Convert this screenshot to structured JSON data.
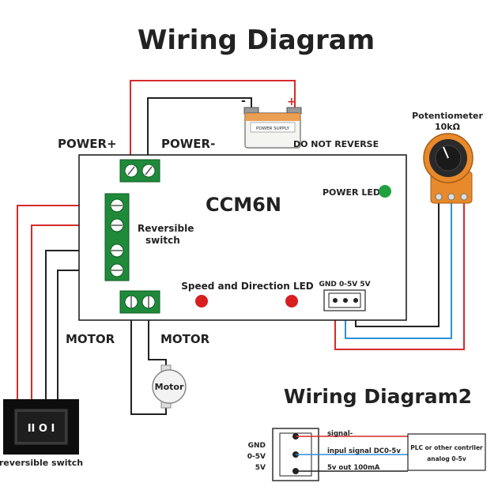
{
  "title": "Wiring Diagram",
  "title2": "Wiring Diagram2",
  "labels": {
    "power_plus": "POWER+",
    "power_minus": "POWER-",
    "do_not_reverse": "DO NOT REVERSE",
    "power_supply": "POWER SUPPLY",
    "battery_minus": "-",
    "battery_plus": "+",
    "potentiometer": "Potentiometer",
    "potentiometer_value": "10kΩ",
    "controller": "CCM6N",
    "power_led": "POWER LED",
    "reversible_switch_line1": "Reversible",
    "reversible_switch_line2": "switch",
    "speed_direction_led": "Speed and Direction LED",
    "gnd_header": "GND 0-5V 5V",
    "motor_left": "MOTOR",
    "motor_right": "MOTOR",
    "motor": "Motor",
    "rocker_symbol": "II O I",
    "reversible_switch_caption": "reversible switch"
  },
  "diagram2": {
    "pins": [
      "GND",
      "0-5V",
      "5V"
    ],
    "signals": [
      "signal-",
      "inpul signal DC0-5v",
      "5v out 100mA"
    ],
    "plc_line1": "PLC or other contrller",
    "plc_line2": "analog 0-5v"
  },
  "colors": {
    "wire_red": "#d62a2a",
    "wire_black": "#222222",
    "wire_blue": "#2f8fd8",
    "terminal_green": "#1f8a3a",
    "led_red": "#d81e1e",
    "led_green": "#20a040",
    "pot_orange": "#e8892b"
  }
}
